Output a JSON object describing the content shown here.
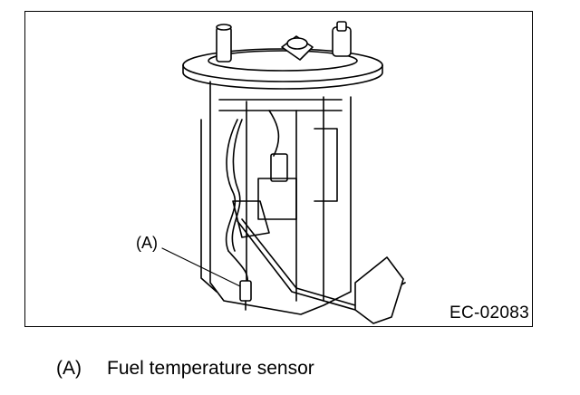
{
  "figure": {
    "code": "EC-02083",
    "callout": "(A)"
  },
  "legend": {
    "items": [
      {
        "key": "(A)",
        "text": "Fuel temperature sensor"
      }
    ]
  }
}
